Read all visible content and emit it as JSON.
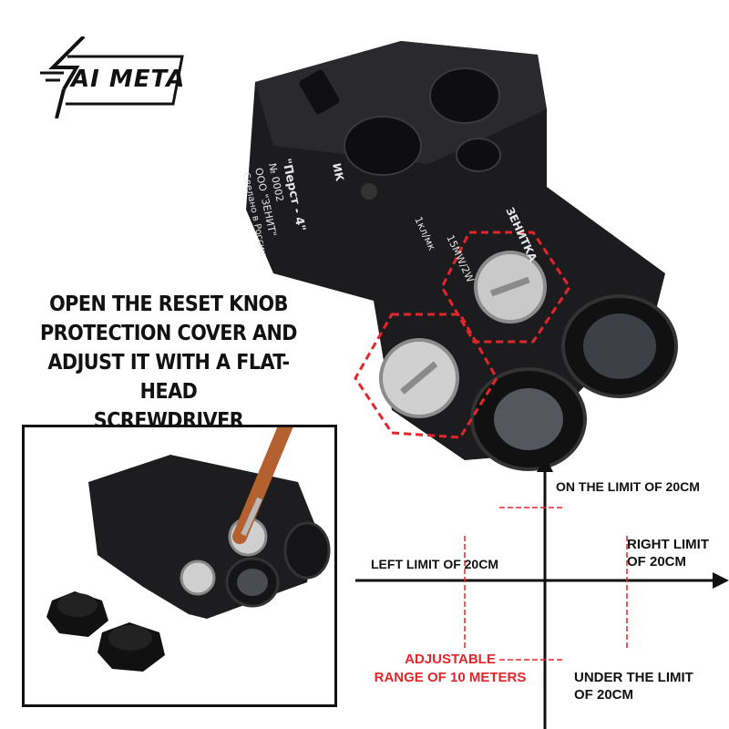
{
  "brand": {
    "logo_text": "AI META"
  },
  "instructions": {
    "lines": [
      "OPEN THE RESET KNOB",
      "PROTECTION COVER AND",
      "ADJUST IT WITH A FLAT-HEAD",
      "SCREWDRIVER"
    ]
  },
  "device_markings": {
    "model": "\"Перст - 4\"",
    "serial": "№ 0002",
    "maker": "ООО \"ЗЕНИТ\"",
    "origin": "Сделано в России",
    "brand_side": "ЗЕНИТКА",
    "spec_line1": "1кл/мк",
    "spec_line2": "15MW/2W",
    "side_mark": "ИК"
  },
  "diagram": {
    "top_label": "ON THE LIMIT OF 20CM",
    "left_label": "LEFT LIMIT OF 20CM",
    "right_label_1": "RIGHT LIMIT",
    "right_label_2": "OF 20CM",
    "bottom_label_1": "UNDER THE LIMIT",
    "bottom_label_2": "OF 20CM",
    "range_label_1": "ADJUSTABLE",
    "range_label_2": "RANGE OF 10 METERS"
  },
  "colors": {
    "accent_red": "#e3262b",
    "device_black": "#1c1c1f",
    "metal": "#c9c9c9",
    "copper": "#b5602f"
  }
}
